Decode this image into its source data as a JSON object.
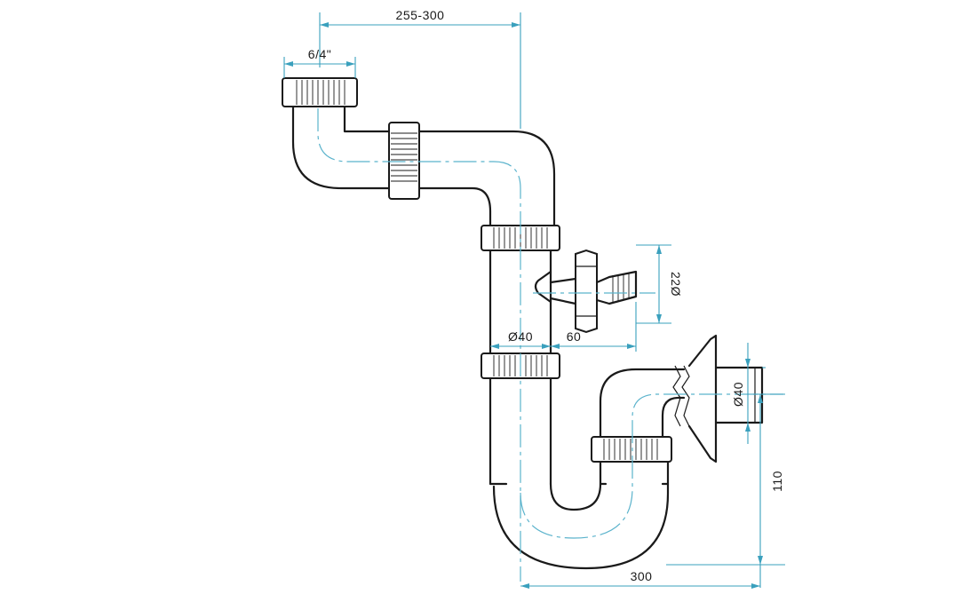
{
  "dimensions": {
    "top_span": "255-300",
    "inlet_thread": "6/4\"",
    "hose_diameter": "22Ø",
    "pipe_diameter": "Ø40",
    "hose_offset": "60",
    "outlet_diameter": "Ø40",
    "outlet_height": "110",
    "bottom_span": "300"
  },
  "colors": {
    "outline": "#1a1a1a",
    "dimension": "#3aa0bd",
    "centerline": "#5bb3cc"
  }
}
